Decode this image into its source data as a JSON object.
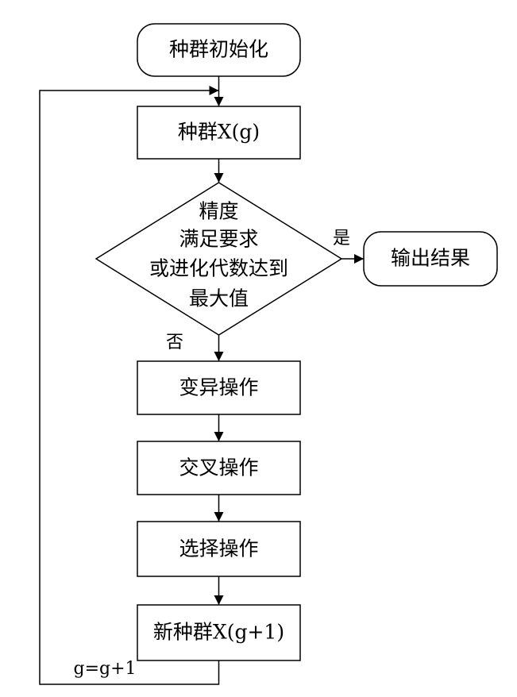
{
  "nodes": {
    "init": "种群初始化",
    "population": "种群X(g)",
    "decision": [
      "精度",
      "满足要求",
      "或进化代数达到",
      "最大值"
    ],
    "output": "输出结果",
    "mutation": "变异操作",
    "crossover": "交叉操作",
    "selection": "选择操作",
    "new_population": "新种群X(g+1)"
  },
  "edges": {
    "yes": "是",
    "no": "否",
    "increment": "g=g+1"
  }
}
